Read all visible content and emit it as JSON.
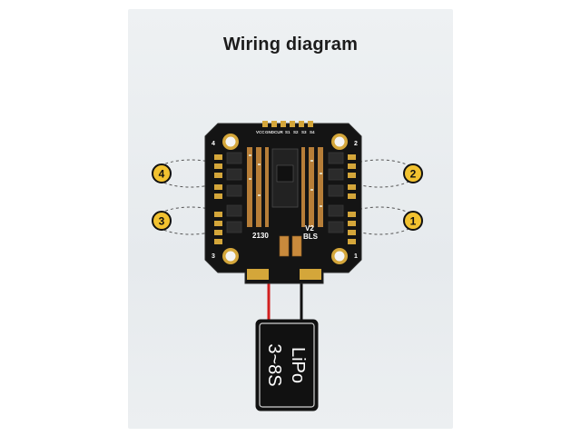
{
  "title": "Wiring diagram",
  "board": {
    "header_labels": [
      "VCC",
      "GND",
      "CUR",
      "S1",
      "S2",
      "S3",
      "S4"
    ],
    "corner_labels": [
      "4",
      "2",
      "3",
      "1"
    ],
    "model_text": "2130",
    "version_text": "V2",
    "firmware_text": "BLS"
  },
  "motors": [
    {
      "number": "4"
    },
    {
      "number": "2"
    },
    {
      "number": "3"
    },
    {
      "number": "1"
    }
  ],
  "battery": {
    "line1": "LiPo",
    "line2": "3~8S"
  },
  "colors": {
    "pcb": "#141414",
    "gold": "#d4a63a",
    "wire_positive": "#d22020",
    "wire_negative": "#111111",
    "marker_fill": "#f2c230"
  }
}
